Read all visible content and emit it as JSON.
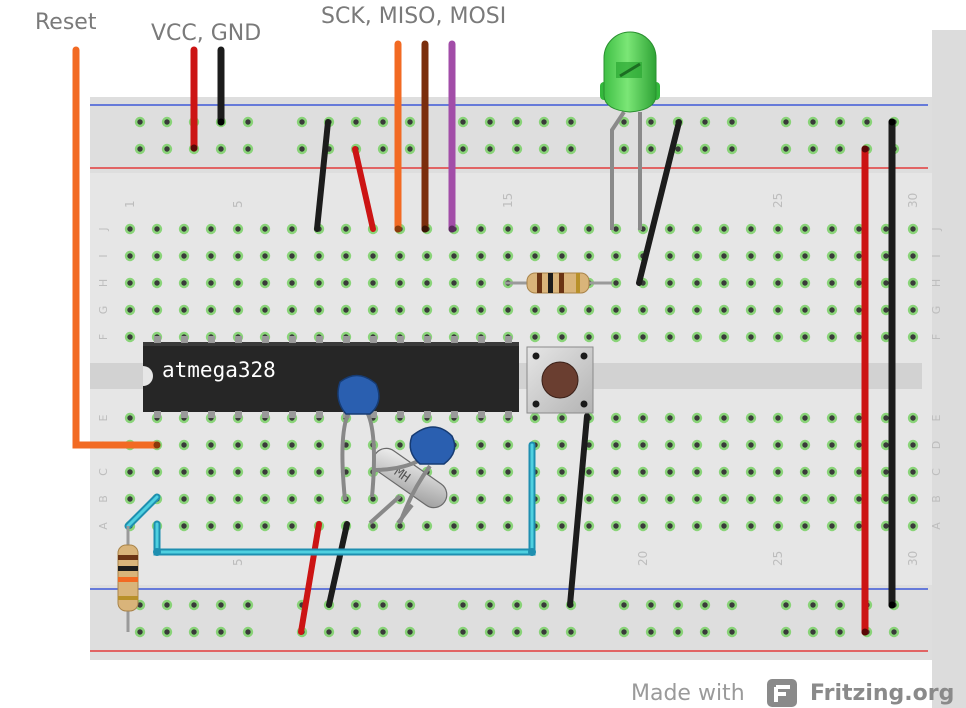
{
  "labels": {
    "reset": "Reset",
    "power": "VCC, GND",
    "spi": "SCK, MISO, MOSI"
  },
  "chip": {
    "name": "atmega328"
  },
  "crystal": {
    "marking": "MH"
  },
  "breadboard": {
    "row_letters_top": [
      "J",
      "I",
      "H",
      "G",
      "F"
    ],
    "row_letters_bottom": [
      "E",
      "D",
      "C",
      "B",
      "A"
    ],
    "column_numbers": [
      "1",
      "5",
      "15",
      "20",
      "25",
      "30"
    ]
  },
  "footer": {
    "made_with": "Made with",
    "brand": "Fritzing.org"
  },
  "colors": {
    "board": "#e6e6e6",
    "hole": "#3a3a3a",
    "hole_used": "#7fd26d",
    "rail_blue": "#1f3fd6",
    "rail_red": "#e31b1b",
    "wire_orange": "#f26a23",
    "wire_red": "#cc1414",
    "wire_black": "#1c1c1c",
    "wire_brown": "#7b2e0c",
    "wire_purple": "#a24da8",
    "wire_cyan": "#2bb5c9",
    "led": "#3fd04a",
    "capacitor": "#2a5fb0"
  }
}
